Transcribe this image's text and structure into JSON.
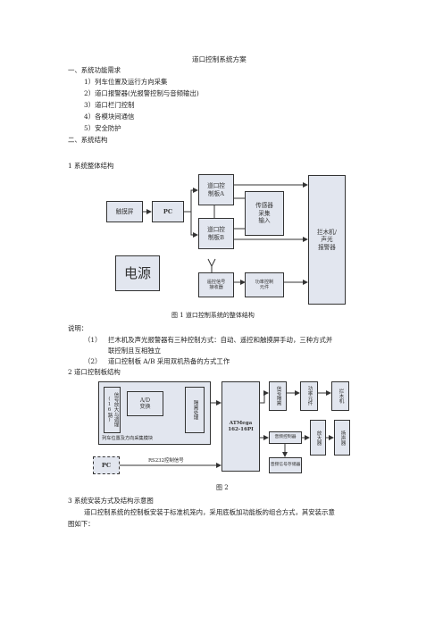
{
  "doc": {
    "title": "道口控制系统方案",
    "sec1": "一、系统功能需求",
    "req": [
      "1）列车位置及运行方向采集",
      "2）道口报警器(光报警控制与音频输出)",
      "3）道口栏门控制",
      "4）各模块间通信",
      "5）安全防护"
    ],
    "sec2": "二、系统结构",
    "sub1": "1  系统整体结构",
    "fig1_caption": "图 1  道口控制系统的整体结构",
    "note_label": "说明：",
    "notes": [
      {
        "num": "（1）",
        "line1": "拦木机及声光报警器有三种控制方式：自动、遥控和触摸屏手动，三种方式并",
        "line2": "联控制且互相独立"
      },
      {
        "num": "（2）",
        "line1": "道口控制板 A/B 采用双机热备的方式工作"
      }
    ],
    "sub2": "2  道口控制板结构",
    "fig2_caption": "图 2",
    "sub3": "3  系统安装方式及结构示意图",
    "para1": "道口控制系统的控制板安装于标准机笼内，采用底板加功能板的组合方式，其安装示意",
    "para2": "图如下："
  },
  "fig1": {
    "touch": "触摸屏",
    "pc": "PC",
    "ctrlA": "道口控\n制板A",
    "ctrlB": "道口控\n制板B",
    "sensor": "传感器\n采集\n输入",
    "barrier": "拦木机/\n声光\n报警器",
    "power": "电源",
    "remote": "遥控信号\n接收器",
    "power_ctrl": "功率控制\n元件"
  },
  "fig2": {
    "amp": "信号放大与调理(16路)",
    "ad": "A/D\n变换",
    "iso": "隔离处理",
    "module_label": "列车位置及方向采集模块",
    "mcu": "ATMega\n162-16PI",
    "sig_iso": "信号隔离",
    "power_elem": "功率元件",
    "barrier": "拦木机",
    "audio_ctrl": "音频控制器",
    "amp2": "放大器",
    "speaker": "扬声器",
    "audio_mem": "音频信号存储器",
    "pc": "PC",
    "rs232": "RS232控制信号"
  }
}
